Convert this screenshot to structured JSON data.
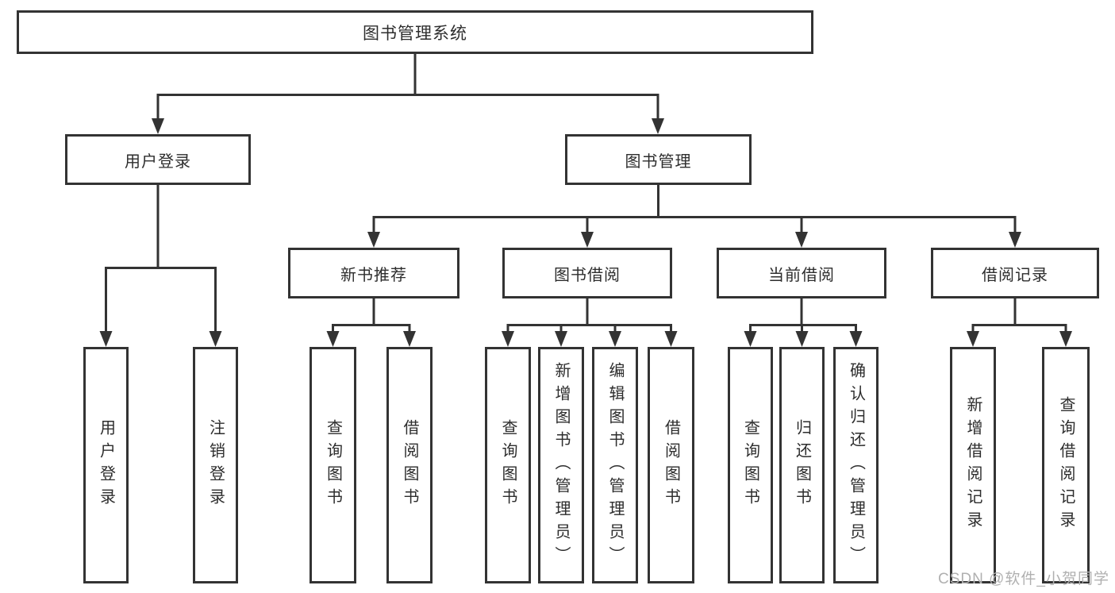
{
  "diagram": {
    "root": {
      "label": "图书管理系统"
    },
    "level1": [
      {
        "label": "用户登录"
      },
      {
        "label": "图书管理"
      }
    ],
    "level2": [
      {
        "label": "新书推荐"
      },
      {
        "label": "图书借阅"
      },
      {
        "label": "当前借阅"
      },
      {
        "label": "借阅记录"
      }
    ],
    "leaves": [
      {
        "label": "用户登录"
      },
      {
        "label": "注销登录"
      },
      {
        "label": "查询图书"
      },
      {
        "label": "借阅图书"
      },
      {
        "label": "查询图书"
      },
      {
        "label": "新增图书（管理员）"
      },
      {
        "label": "编辑图书（管理员）"
      },
      {
        "label": "借阅图书"
      },
      {
        "label": "查询图书"
      },
      {
        "label": "归还图书"
      },
      {
        "label": "确认归还（管理员）"
      },
      {
        "label": "新增借阅记录"
      },
      {
        "label": "查询借阅记录"
      }
    ]
  },
  "watermark": {
    "text": "CSDN @软件_小贺同学"
  },
  "colors": {
    "line": "#333333",
    "text": "#2d2d2d",
    "box_fill": "#ffffff",
    "background": "#ffffff",
    "watermark": "#b0b0b0"
  }
}
